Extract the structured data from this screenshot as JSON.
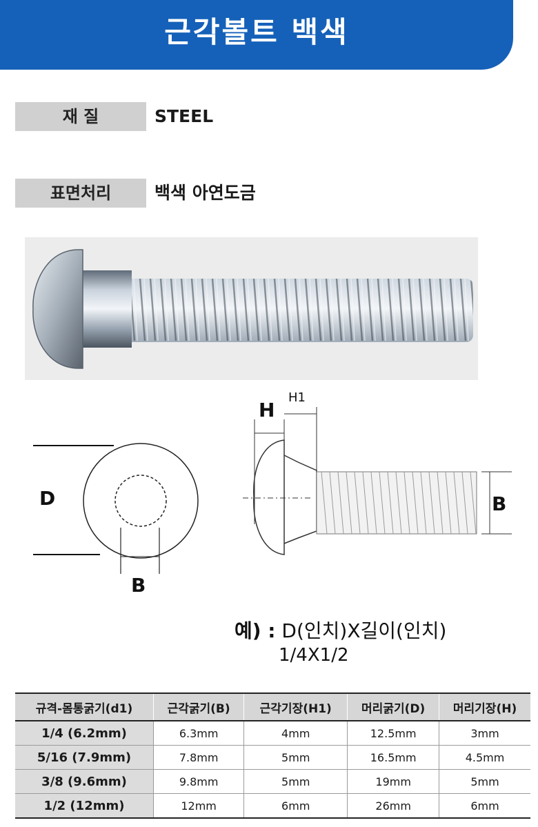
{
  "banner": {
    "title": "근각볼트 백색"
  },
  "specs": [
    {
      "label": "재 질",
      "value": "STEEL"
    },
    {
      "label": "표면처리",
      "value": "백색 아연도금"
    }
  ],
  "drawing": {
    "front_diameter": "D",
    "front_width": "B",
    "side_head": "H",
    "side_neck": "H1",
    "side_width": "B"
  },
  "example": {
    "prefix": "예) :",
    "formula": "D(인치)X길이(인치)",
    "sample": "1/4X1/2"
  },
  "table": {
    "headers": [
      "규격-몸통굵기(d1)",
      "근각굵기(B)",
      "근각기장(H1)",
      "머리굵기(D)",
      "머리기장(H)"
    ],
    "rows": [
      [
        "1/4 (6.2mm)",
        "6.3mm",
        "4mm",
        "12.5mm",
        "3mm"
      ],
      [
        "5/16 (7.9mm)",
        "7.8mm",
        "5mm",
        "16.5mm",
        "4.5mm"
      ],
      [
        "3/8 (9.6mm)",
        "9.8mm",
        "5mm",
        "19mm",
        "5mm"
      ],
      [
        "1/2 (12mm)",
        "12mm",
        "6mm",
        "26mm",
        "6mm"
      ]
    ]
  },
  "colors": {
    "banner": "#1561b9",
    "label_bg": "#d0d0d0",
    "table_header_bg": "#d6d6d6"
  }
}
